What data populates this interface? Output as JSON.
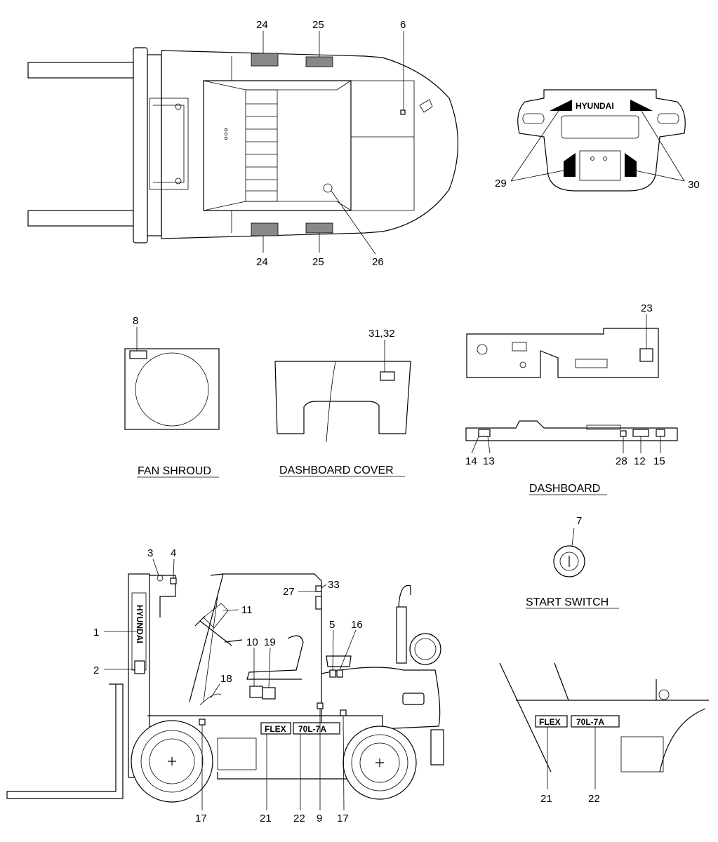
{
  "captions": {
    "fan_shroud": "FAN SHROUD",
    "dashboard_cover": "DASHBOARD COVER",
    "dashboard": "DASHBOARD",
    "start_switch": "START SWITCH"
  },
  "brand": {
    "hyundai": "HYUNDAI",
    "mast_text": "HYUNDAI",
    "flex": "FLEX",
    "model": "70L-7A"
  },
  "callouts": {
    "top_24a": "24",
    "top_25a": "25",
    "top_6": "6",
    "top_24b": "24",
    "top_25b": "25",
    "top_26": "26",
    "rear_29": "29",
    "rear_30": "30",
    "fan_8": "8",
    "cover_3132": "31,32",
    "dash_23": "23",
    "dash_14": "14",
    "dash_13": "13",
    "dash_28": "28",
    "dash_12": "12",
    "dash_15": "15",
    "sw_7": "7",
    "side_3": "3",
    "side_4": "4",
    "side_1": "1",
    "side_2": "2",
    "side_11": "11",
    "side_27": "27",
    "side_33": "33",
    "side_5": "5",
    "side_16": "16",
    "side_10": "10",
    "side_19": "19",
    "side_18": "18",
    "side_17a": "17",
    "side_21": "21",
    "side_22": "22",
    "side_9": "9",
    "side_17b": "17",
    "det_21": "21",
    "det_22": "22"
  }
}
